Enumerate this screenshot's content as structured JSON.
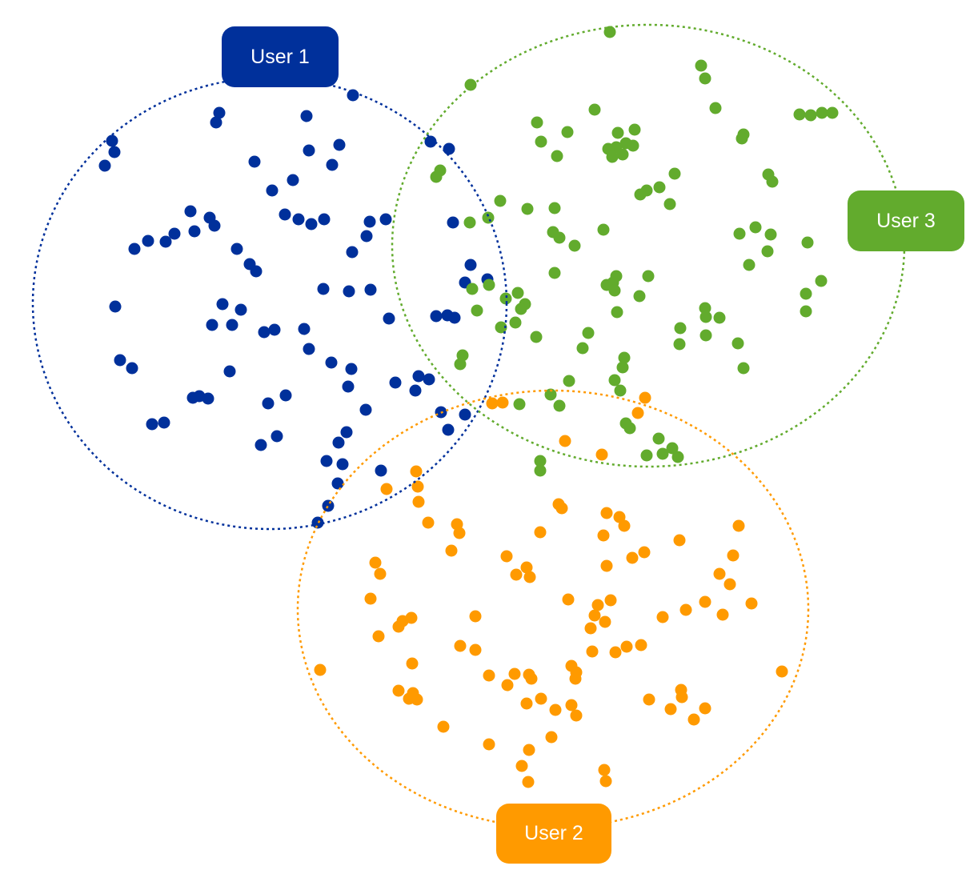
{
  "colors": {
    "user1": "#00309b",
    "user2": "#ff9a00",
    "user3": "#62ab2d",
    "background": "#ffffff"
  },
  "users": [
    {
      "id": "user1",
      "label": "User 1",
      "color": "#00309b"
    },
    {
      "id": "user2",
      "label": "User 2",
      "color": "#ff9a00"
    },
    {
      "id": "user3",
      "label": "User 3",
      "color": "#62ab2d"
    }
  ]
}
